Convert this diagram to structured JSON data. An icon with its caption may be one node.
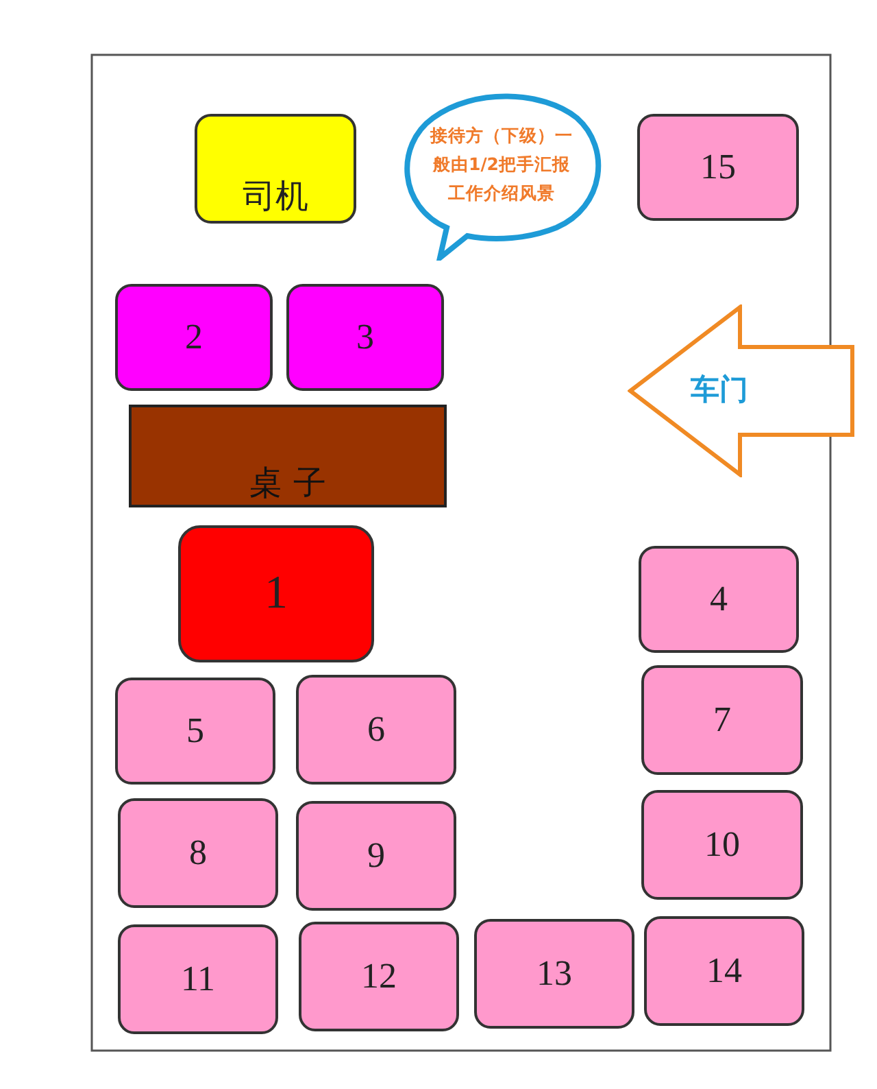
{
  "diagram": {
    "nodes": [
      {
        "text": [
          "司机"
        ]
      },
      {
        "text": [
          "接待方（下级）一般由1/2把手汇报工作介绍风景"
        ]
      },
      {
        "text": [
          "15"
        ]
      },
      {
        "text": [
          "2"
        ]
      },
      {
        "text": [
          "3"
        ]
      },
      {
        "text": [
          "桌 子"
        ]
      },
      {
        "text": [
          "车门"
        ]
      },
      {
        "text": [
          "1"
        ]
      },
      {
        "text": [
          "4"
        ]
      },
      {
        "text": [
          "5"
        ]
      },
      {
        "text": [
          "6"
        ]
      },
      {
        "text": [
          "7"
        ]
      },
      {
        "text": [
          "8"
        ]
      },
      {
        "text": [
          "9"
        ]
      },
      {
        "text": [
          "10"
        ]
      },
      {
        "text": [
          "11"
        ]
      },
      {
        "text": [
          "12"
        ]
      },
      {
        "text": [
          "13"
        ]
      },
      {
        "text": [
          "14"
        ]
      }
    ]
  }
}
